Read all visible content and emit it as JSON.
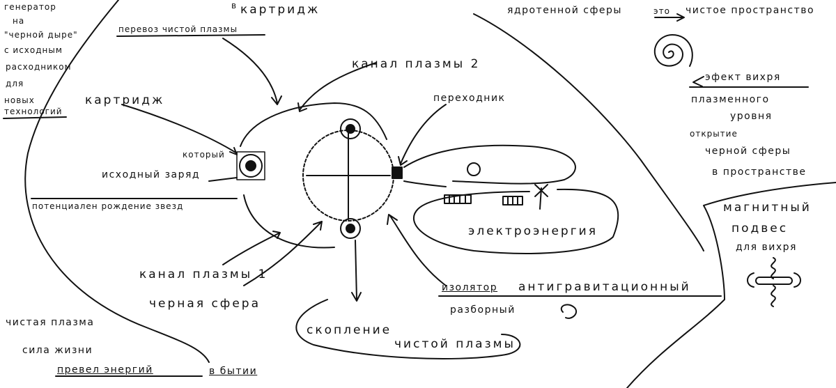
{
  "labels": {
    "generator_1": "генератор",
    "generator_2": "на",
    "generator_3": "\"черной дыре\"",
    "generator_4": "с исходным",
    "generator_5": "расходником",
    "generator_6": "для",
    "generator_7": "новых",
    "generator_8": "технологий",
    "cartridge_top_mark": "в",
    "cartridge_top": "картридж",
    "transport": "перевоз чистой плазмы",
    "channel2": "канал плазмы 2",
    "cartridge_left": "картридж",
    "adapter": "переходник",
    "which": "который",
    "source_charge": "исходный заряд",
    "potential": "потенциален рождение звезд",
    "channel1": "канал плазмы 1",
    "black_sphere": "черная сфера",
    "electro": "электроэнергия",
    "insulator_1": "изолятор",
    "insulator_2": "антигравитационный",
    "collapsible": "разборный",
    "accumulation_1": "скопление",
    "accumulation_2": "чистой плазмы",
    "pure_plasma": "чистая плазма",
    "life_force": "сила жизни",
    "transition_1": "превел энергий",
    "transition_2": "в бытии",
    "core_sphere_1": "ядротенной сферы",
    "core_sphere_2": "это",
    "core_sphere_3": "чистое пространство",
    "vortex_effect_1": "эфект вихря",
    "vortex_effect_2": "плазменного",
    "vortex_effect_3": "уровня",
    "opening_1": "открытие",
    "opening_2": "черной сферы",
    "opening_3": "в пространстве",
    "magnetic_1": "магнитный",
    "magnetic_2": "подвес",
    "magnetic_3": "для вихря"
  },
  "colors": {
    "ink": "#111111",
    "background": "#ffffff"
  },
  "icons": [
    "spiral-icon",
    "cartridge-icon",
    "windmill-icon",
    "battery-icon",
    "magnet-suspension-icon"
  ]
}
